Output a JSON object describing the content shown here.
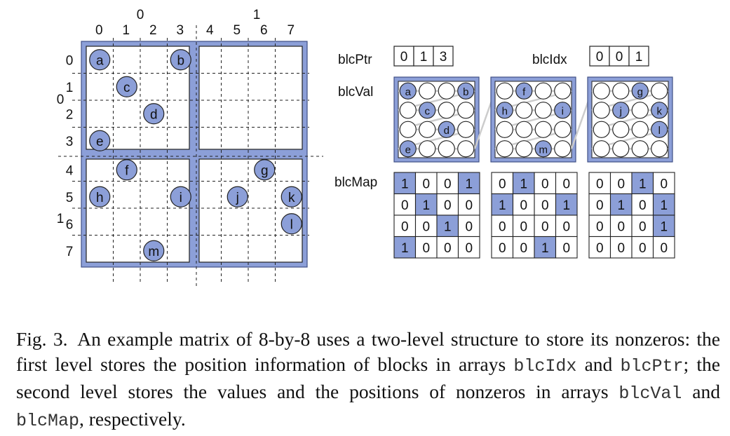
{
  "matrix": {
    "block_col_labels": [
      "0",
      "1"
    ],
    "block_row_labels": [
      "0",
      "1"
    ],
    "col_labels": [
      "0",
      "1",
      "2",
      "3",
      "4",
      "5",
      "6",
      "7"
    ],
    "row_labels": [
      "0",
      "1",
      "2",
      "3",
      "4",
      "5",
      "6",
      "7"
    ],
    "nonzeros": [
      {
        "label": "a",
        "row": 0,
        "col": 0
      },
      {
        "label": "b",
        "row": 0,
        "col": 3
      },
      {
        "label": "c",
        "row": 1,
        "col": 1
      },
      {
        "label": "d",
        "row": 2,
        "col": 2
      },
      {
        "label": "e",
        "row": 3,
        "col": 0
      },
      {
        "label": "f",
        "row": 4,
        "col": 1
      },
      {
        "label": "g",
        "row": 4,
        "col": 6
      },
      {
        "label": "h",
        "row": 5,
        "col": 0
      },
      {
        "label": "i",
        "row": 5,
        "col": 3
      },
      {
        "label": "j",
        "row": 5,
        "col": 5
      },
      {
        "label": "k",
        "row": 5,
        "col": 7
      },
      {
        "label": "l",
        "row": 6,
        "col": 7
      },
      {
        "label": "m",
        "row": 7,
        "col": 2
      }
    ]
  },
  "blcPtr": {
    "label": "blcPtr",
    "values": [
      "0",
      "1",
      "3"
    ]
  },
  "blcIdx": {
    "label": "blcIdx",
    "values": [
      "0",
      "0",
      "1"
    ]
  },
  "blcVal": {
    "label": "blcVal",
    "blocks": [
      [
        [
          "a",
          "",
          "",
          "b"
        ],
        [
          "",
          "c",
          "",
          ""
        ],
        [
          "",
          "",
          "d",
          ""
        ],
        [
          "e",
          "",
          "",
          ""
        ]
      ],
      [
        [
          "",
          "f",
          "",
          ""
        ],
        [
          "h",
          "",
          "",
          "i"
        ],
        [
          "",
          "",
          "",
          ""
        ],
        [
          "",
          "",
          "m",
          ""
        ]
      ],
      [
        [
          "",
          "",
          "g",
          ""
        ],
        [
          "",
          "j",
          "",
          "k"
        ],
        [
          "",
          "",
          "",
          "l"
        ],
        [
          "",
          "",
          "",
          ""
        ]
      ]
    ]
  },
  "blcMap": {
    "label": "blcMap",
    "blocks": [
      [
        [
          "1",
          "0",
          "0",
          "1"
        ],
        [
          "0",
          "1",
          "0",
          "0"
        ],
        [
          "0",
          "0",
          "1",
          "0"
        ],
        [
          "1",
          "0",
          "0",
          "0"
        ]
      ],
      [
        [
          "0",
          "1",
          "0",
          "0"
        ],
        [
          "1",
          "0",
          "0",
          "1"
        ],
        [
          "0",
          "0",
          "0",
          "0"
        ],
        [
          "0",
          "0",
          "1",
          "0"
        ]
      ],
      [
        [
          "0",
          "0",
          "1",
          "0"
        ],
        [
          "0",
          "1",
          "0",
          "1"
        ],
        [
          "0",
          "0",
          "0",
          "1"
        ],
        [
          "0",
          "0",
          "0",
          "0"
        ]
      ]
    ]
  },
  "colors": {
    "accent": "#8c9fd8",
    "accent_dark": "#3f4f86",
    "grid": "#222222",
    "path": "#cccccc"
  },
  "caption": {
    "part1": "Fig. 3. An example matrix of 8-by-8 uses a two-level structure to store its nonzeros: the first level stores the position information of blocks in arrays ",
    "code1": "blcIdx",
    "part2": " and ",
    "code2": "blcPtr",
    "part3": "; the second level stores the values and the positions of nonzeros in arrays ",
    "code3": "blcVal",
    "part4": " and ",
    "code4": "blcMap",
    "part5": ", respectively."
  }
}
